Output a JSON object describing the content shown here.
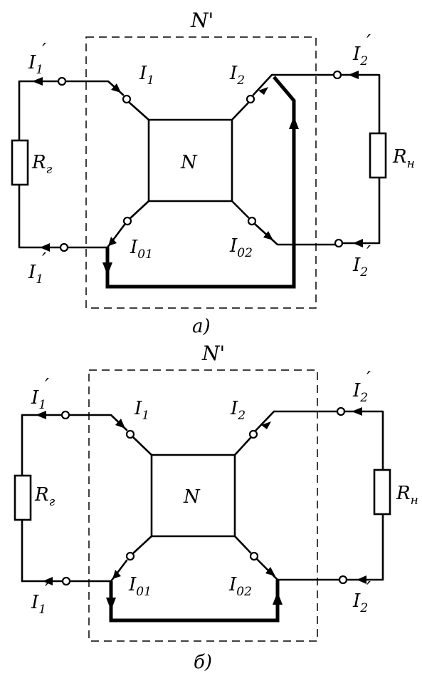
{
  "diagram_a": {
    "outer_network": "N'",
    "inner_network": "N",
    "source_resistor": "R",
    "source_resistor_sub": "г",
    "load_resistor": "R",
    "load_resistor_sub": "н",
    "i1": "I",
    "i1_sub": "1",
    "i2": "I",
    "i2_sub": "2",
    "i01": "I",
    "i01_sub": "01",
    "i02": "I",
    "i02_sub": "02",
    "i1p_top": "I",
    "i1p_top_sub": "1",
    "i1p_top_prime": "′",
    "i1p_bot": "I",
    "i1p_bot_sub": "1",
    "i1p_bot_prime": "′",
    "i2p_top": "I",
    "i2p_top_sub": "2",
    "i2p_top_prime": "′",
    "i2p_bot": "I",
    "i2p_bot_sub": "2",
    "i2p_bot_prime": "′",
    "caption": "а)"
  },
  "diagram_b": {
    "outer_network": "N'",
    "inner_network": "N",
    "source_resistor": "R",
    "source_resistor_sub": "г",
    "load_resistor": "R",
    "load_resistor_sub": "н",
    "i1": "I",
    "i1_sub": "1",
    "i2": "I",
    "i2_sub": "2",
    "i01": "I",
    "i01_sub": "01",
    "i02": "I",
    "i02_sub": "02",
    "i1p_top": "I",
    "i1p_top_sub": "1",
    "i1p_top_prime": "′",
    "i1p_bot": "I",
    "i1p_bot_sub": "1",
    "i1p_bot_prime": "′",
    "i2p_top": "I",
    "i2p_top_sub": "2",
    "i2p_top_prime": "′",
    "i2p_bot": "I",
    "i2p_bot_sub": "2",
    "i2p_bot_prime": "′",
    "caption": "б)"
  }
}
